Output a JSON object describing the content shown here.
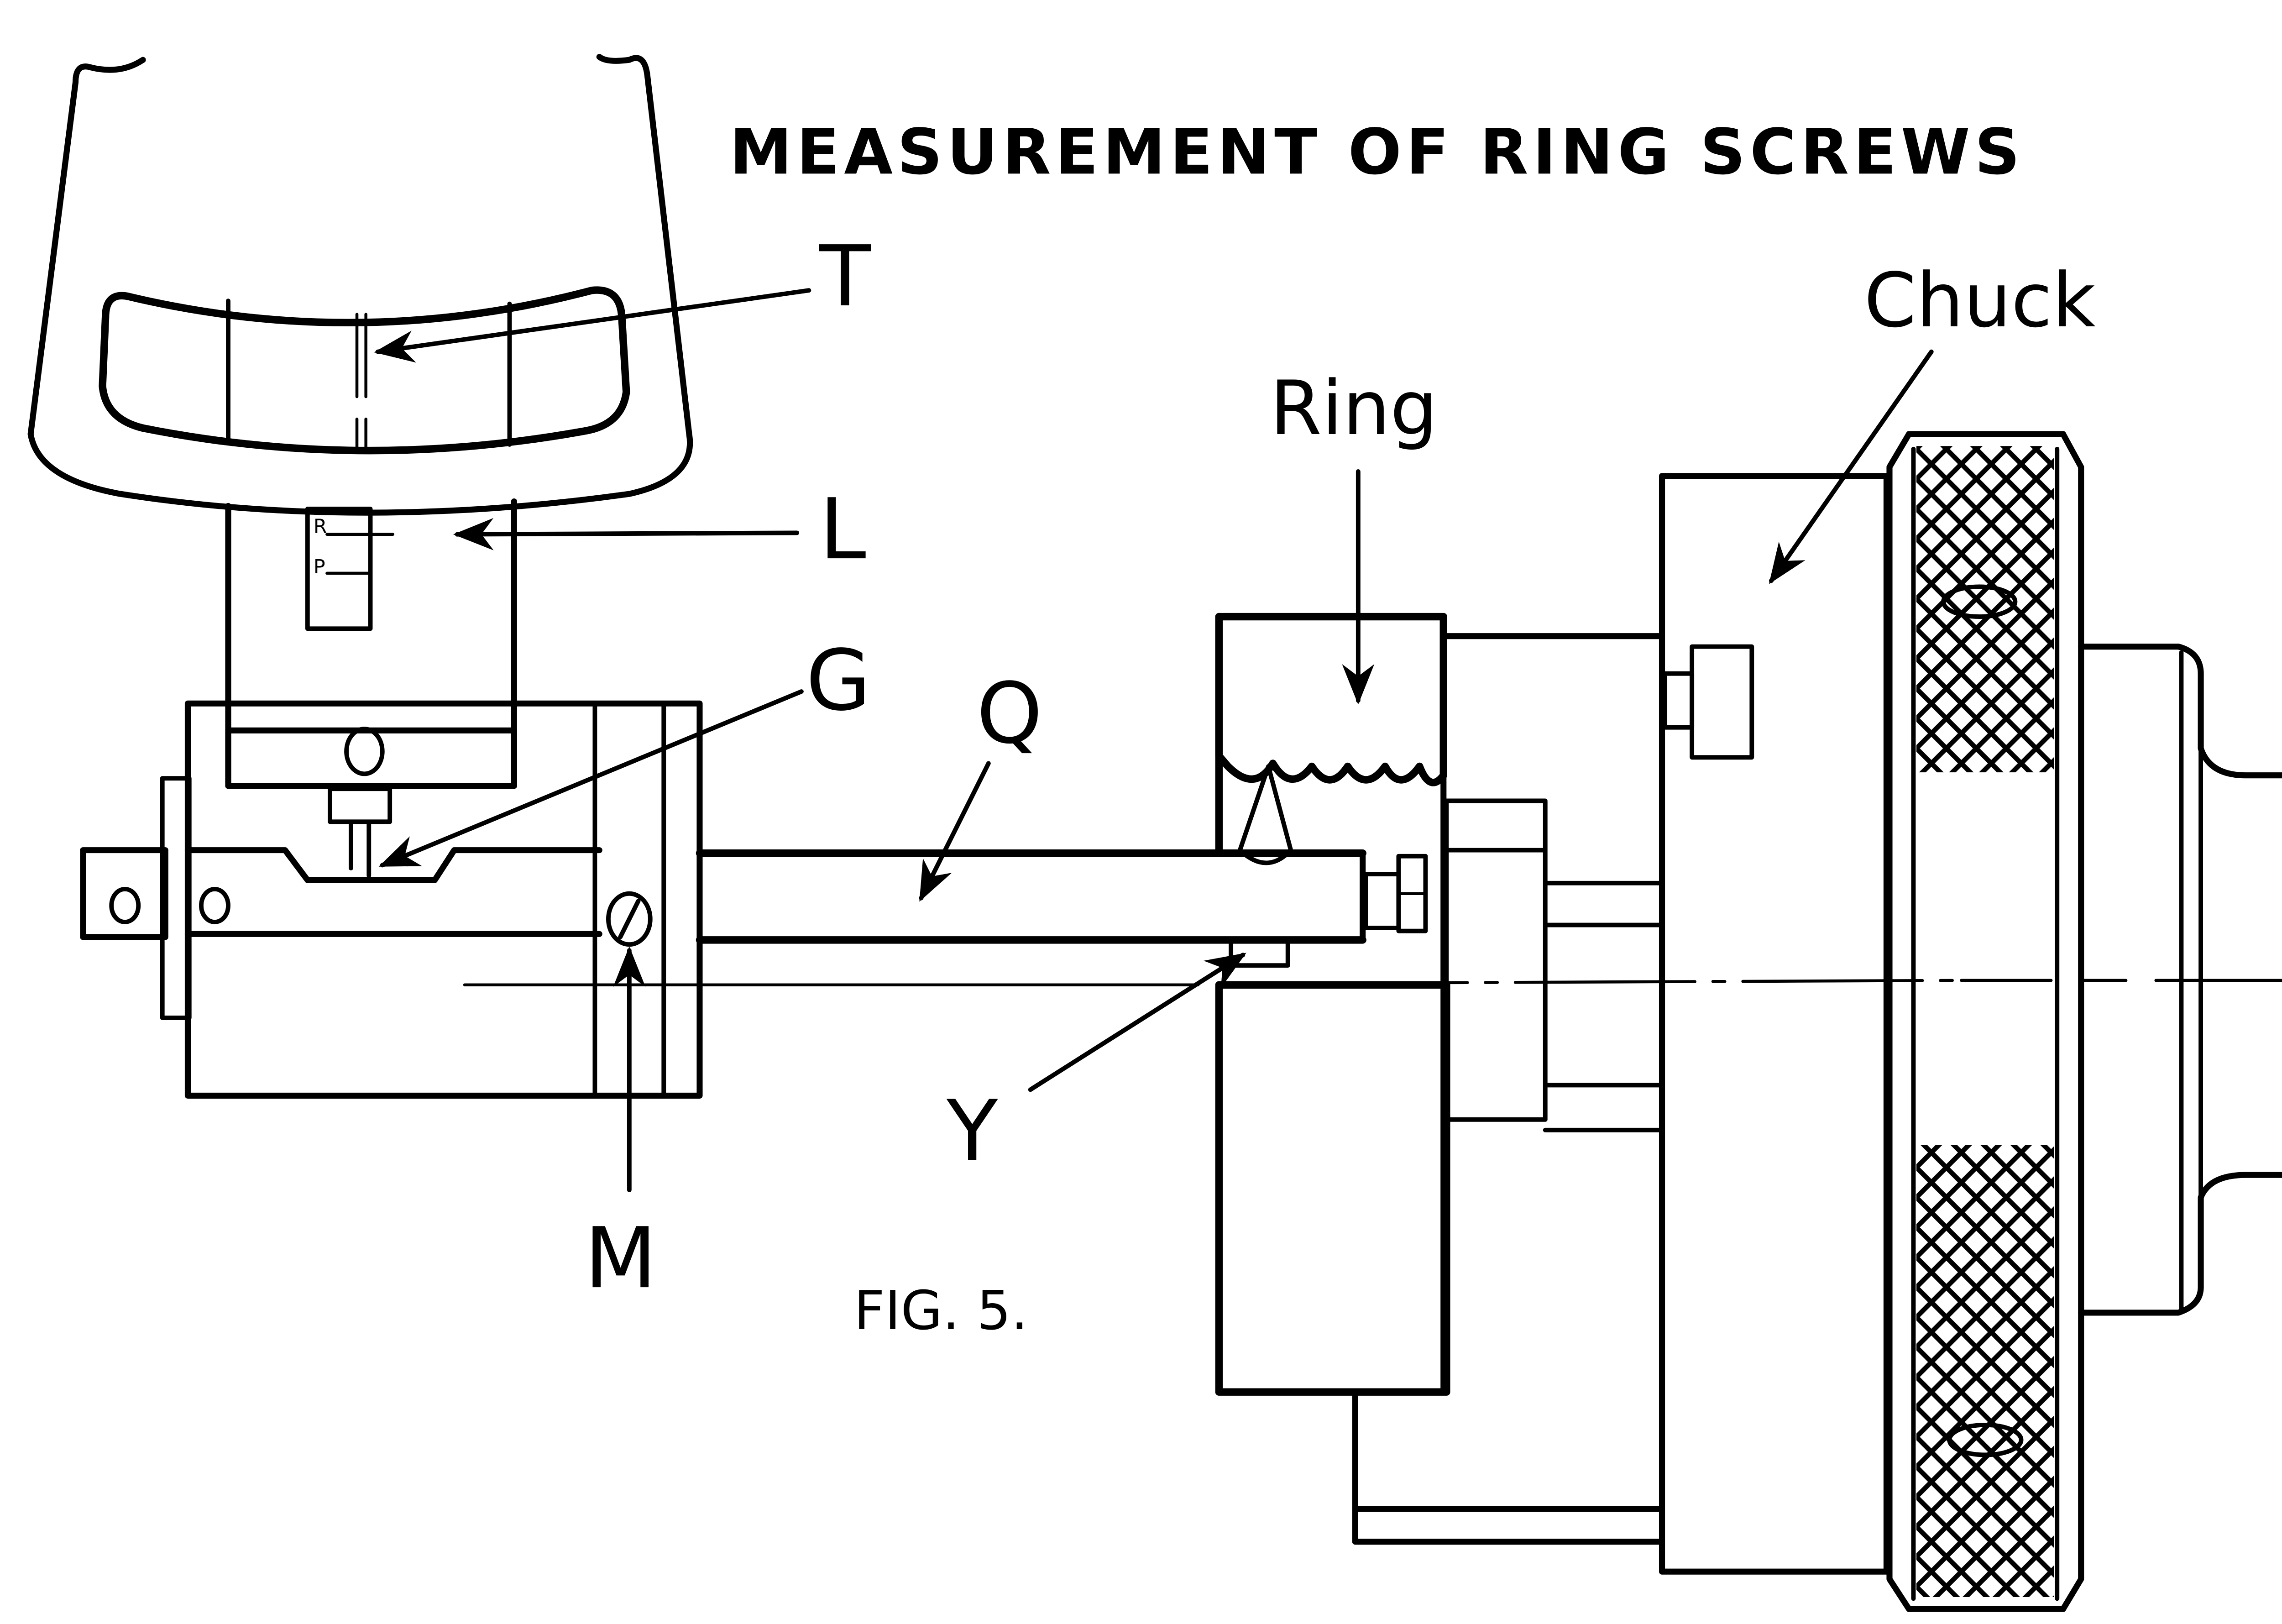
{
  "title": "MEASUREMENT OF RING SCREWS",
  "caption": "FIG. 5.",
  "labels": {
    "T": "T",
    "L": "L",
    "G": "G",
    "Q": "Q",
    "Y": "Y",
    "M": "M",
    "ring": "Ring",
    "chuck": "Chuck"
  },
  "scale_marks": {
    "R": "R",
    "P": "P"
  },
  "colors": {
    "ink": "#000000",
    "paper": "#ffffff"
  }
}
